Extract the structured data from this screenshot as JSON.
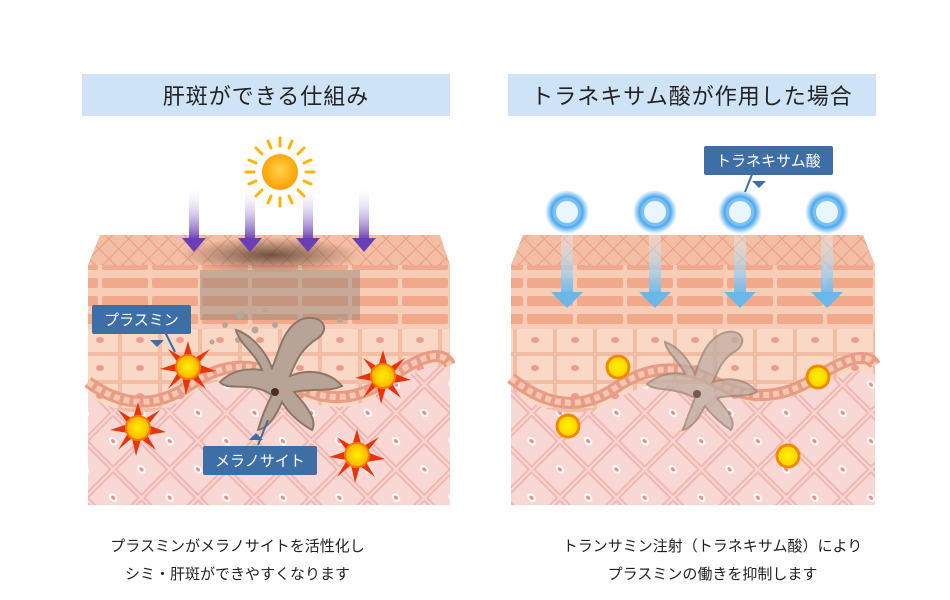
{
  "left": {
    "title": "肝斑ができる仕組み",
    "label_plasmin": "プラスミン",
    "label_melanocyte": "メラノサイト",
    "caption_line1": "プラスミンがメラノサイトを活性化し",
    "caption_line2": "シミ・肝斑ができやすくなります"
  },
  "right": {
    "title": "トラネキサム酸が作用した場合",
    "label_txa": "トラネキサム酸",
    "caption_line1": "トランサミン注射（トラネキサム酸）により",
    "caption_line2": "プラスミンの働きを抑制します"
  },
  "colors": {
    "title_bg": "#cfe3f6",
    "callout_bg": "#3d6fa6",
    "skin_top": "#f3b79a",
    "cell_pink": "#f7c9c6",
    "sun": "#ffb400",
    "uv_arrow": "#6a3fb5",
    "txa_arrow": "#68b8ea",
    "plasmin_star": "#e8340c"
  }
}
